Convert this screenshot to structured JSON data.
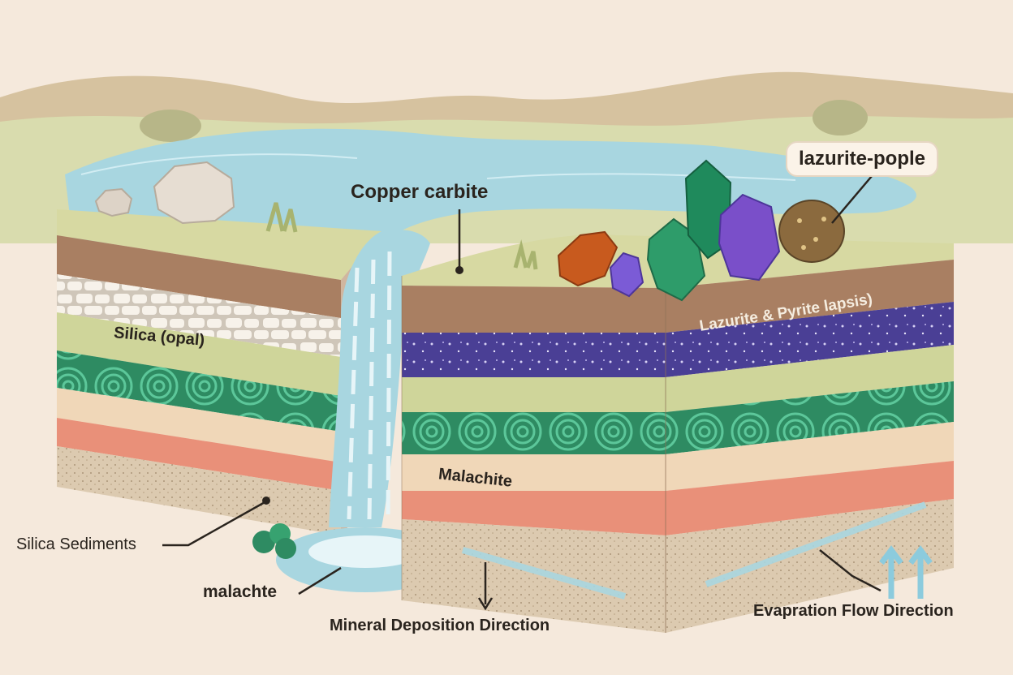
{
  "labels": {
    "copper": "Copper carbite",
    "lazurite_pople": "lazurite-pople",
    "silica_opal": "Silica (opal)",
    "lazurite_pyrite": "Lazurite & Pyrite lapsis)",
    "malachite_layer": "Malachite",
    "silica_sediments": "Silica Sediments",
    "malachite_pool": "malachte",
    "mineral_deposition": "Mineral Deposition Direction",
    "evaporation_flow": "Evapration Flow Direction"
  },
  "colors": {
    "background": "#f5e9dc",
    "water": "#a8d6e0",
    "grass_top": "#d7d9a2",
    "soil": "#a97f62",
    "opal": "#f2ece2",
    "green_light": "#cfd59a",
    "malachite": "#2e8b62",
    "lazurite": "#4a3f95",
    "sand": "#f0d7b8",
    "red_layer": "#e99079",
    "sediment": "#d8c6ad"
  }
}
